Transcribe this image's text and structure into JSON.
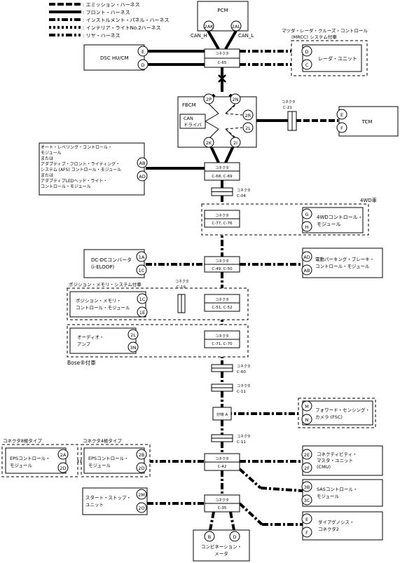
{
  "legend": [
    {
      "label": ": エミッション・ハーネス",
      "style": "w-em"
    },
    {
      "label": ": フロント・ハーネス",
      "style": "w-fr"
    },
    {
      "label": ": インストルメント・パネル・ハーネス",
      "style": "w-ip"
    },
    {
      "label": ": インテリア・ライトNo.2ハーネス",
      "style": "w-in"
    },
    {
      "label": ": リヤ・ハーネス",
      "style": "w-re"
    }
  ],
  "labels": {
    "pcm": "PCM",
    "can_h": "CAN_H",
    "can_l": "CAN_L",
    "dsc": "DSC HU/CM",
    "mrcc_l1": "マツダ・レーダ・クルーズ・コントロール",
    "mrcc_l2": "(MRCC) システム付車",
    "radar": "レーダ・ユニット",
    "fbcm": "FBCM",
    "can_driver_1": "CAN",
    "can_driver_2": "ドライバ",
    "tcm": "TCM",
    "afs_1": "オート・レベリング・コントロール・",
    "afs_2": "モジュール",
    "afs_3": "または",
    "afs_4": "アダプティブ・フロント・ライティング・",
    "afs_5": "システム (AFS) コントロール・モジュール",
    "afs_6": "または",
    "afs_7": "アダプティブLEDヘッド・ライト・",
    "afs_8": "コントロール・モジュール",
    "awd_tag": "4WD車",
    "awd_1": "4WDコントロール・",
    "awd_2": "モジュール",
    "dcdc_1": "DC-DCコンバータ",
    "dcdc_2": "(i-ELOOP)",
    "epb_1": "電動パーキング・ブレーキ・",
    "epb_2": "コントロール・モジュール",
    "posmem_tag": "ポジション・メモリ・システム付車",
    "posmem_1": "ポジション・メモリ・",
    "posmem_2": "コントロール・モジュール",
    "audio_1": "オーディオ・",
    "audio_2": "アンプ",
    "bose_tag": "Bose®付車",
    "branch": "分岐 A",
    "fsc_1": "フォワード・センシング・",
    "fsc_2": "カメラ (FSC)",
    "eps8_tag": "コネクタ8極タイプ",
    "eps4_tag": "コネクタ4極タイプ",
    "eps_1": "EPSコントロール・",
    "eps_2": "モジュール",
    "cmu_1": "コネクティビティ・",
    "cmu_2": "マスタ・ユニット",
    "cmu_3": "(CMU)",
    "sas_1": "SASコントロール・",
    "sas_2": "モジュール",
    "ss_1": "スタート・ストップ・",
    "ss_2": "ユニット",
    "dlc_1": "ダイアグノシス・",
    "dlc_2": "コネクタ2",
    "meter_1": "コンビネーション・",
    "meter_2": "メータ",
    "conn": "コネクタ",
    "c65": "C-65",
    "c21": "C-21",
    "c68": "C-68, C-69",
    "c04": "C-04",
    "c77": "C-77, C-76",
    "c49": "C-49, C-50",
    "c19": "C-19",
    "c51": "C-51, C-52",
    "c71": "C-71, C-70",
    "c60": "C-60",
    "c11a": "C-11",
    "c11b": "C-11",
    "c42": "C-42",
    "c35": "C-35"
  },
  "pins": {
    "pcm_h": "2AK",
    "pcm_l": "2AL",
    "dsc_a": "E",
    "dsc_b": "D",
    "radar_a": "D",
    "radar_b": "C",
    "fb_a": "2P",
    "fb_b": "2N",
    "fb_c": "2R",
    "fb_d": "2L",
    "fb_e": "2K",
    "fb_f": "2I",
    "tcm_a": "E",
    "tcm_b": "F",
    "afs_a": "AB",
    "afs_b": "AD",
    "awd_a": "G",
    "awd_b": "H",
    "dcdc_a": "1A",
    "dcdc_b": "1C",
    "epb_a": "AD",
    "epb_b": "AB",
    "pm_a": "1C",
    "pm_b": "1E",
    "au_a": "2L",
    "au_b": "3N",
    "fsc_a": "M",
    "fsc_b": "N",
    "eps8_a": "2A",
    "eps8_b": "2D",
    "eps4_a": "2B",
    "eps4_b": "2D",
    "cmu_a": "2E",
    "cmu_b": "2F",
    "sas_a": "3B",
    "sas_b": "3C",
    "ss_a": "2M",
    "ss_b": "2O",
    "dlc_a": "E",
    "dlc_b": "F",
    "met_a": "B",
    "met_b": "D"
  }
}
